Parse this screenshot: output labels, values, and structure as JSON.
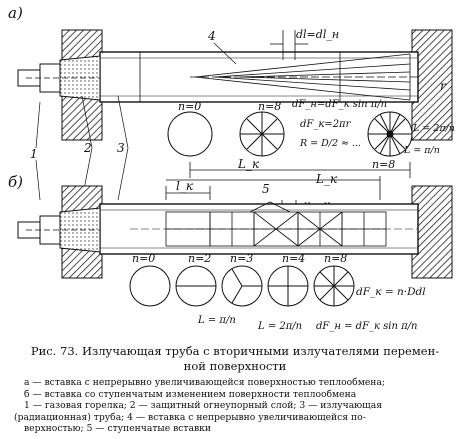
{
  "figure": {
    "panel_a_label": "а)",
    "panel_b_label": "б)",
    "callouts": {
      "n1": "1",
      "n2": "2",
      "n3": "3",
      "n4": "4",
      "n5": "5"
    },
    "top": {
      "dl_label": "dl=dl_н",
      "r_label": "r",
      "n0": "n=0",
      "n8a": "n=8",
      "dfk_formula": "dF_н=dF_к sin π/n",
      "dfk2": "dF_к=2πr",
      "r_formula": "R = D/2 ≈ ...",
      "l_formula_right": "L = 2π/n",
      "l_formula_right2": "L = π/n",
      "n8b": "n=8"
    },
    "mid": {
      "Lk": "L_к",
      "lk": "l_к",
      "L": "L_к",
      "dl": "dl=dl_н"
    },
    "bottom": {
      "n0": "n=0",
      "n2": "n=2",
      "n3": "n=3",
      "n4": "n=4",
      "n8": "n=8",
      "dfk_formula": "dF_к = n·Ddl",
      "l1": "L = π/n",
      "l2": "L = 2π/n",
      "dfn": "dF_н = dF_к sin π/n"
    }
  },
  "caption": {
    "title_line1": "Рис. 73. Излучающая труба с вторичными излучателями перемен-",
    "title_line2": "ной поверхности",
    "desc": [
      "а — вставка с непрерывно увеличивающейся поверхностью теплообмена;",
      "б — вставка со ступенчатым изменением поверхности теплообмена",
      "1 — газовая горелка; 2 — защитный огнеупорный слой; 3 — излучающая",
      "(радиационная) труба; 4 — вставка с непрерывно увеличивающейся по-",
      "верхностью; 5 — ступенчатые вставки"
    ]
  }
}
